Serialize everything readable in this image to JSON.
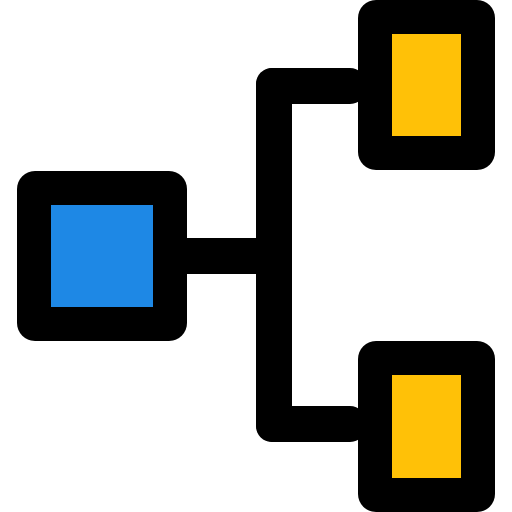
{
  "icon": {
    "name": "hierarchy-structure-icon",
    "colors": {
      "outline": "#000000",
      "root_fill": "#1e88e5",
      "child_fill": "#ffc107",
      "background": "#ffffff"
    },
    "nodes": [
      {
        "role": "root",
        "icon": "root-node"
      },
      {
        "role": "child",
        "icon": "child-node-top"
      },
      {
        "role": "child",
        "icon": "child-node-bottom"
      }
    ]
  }
}
